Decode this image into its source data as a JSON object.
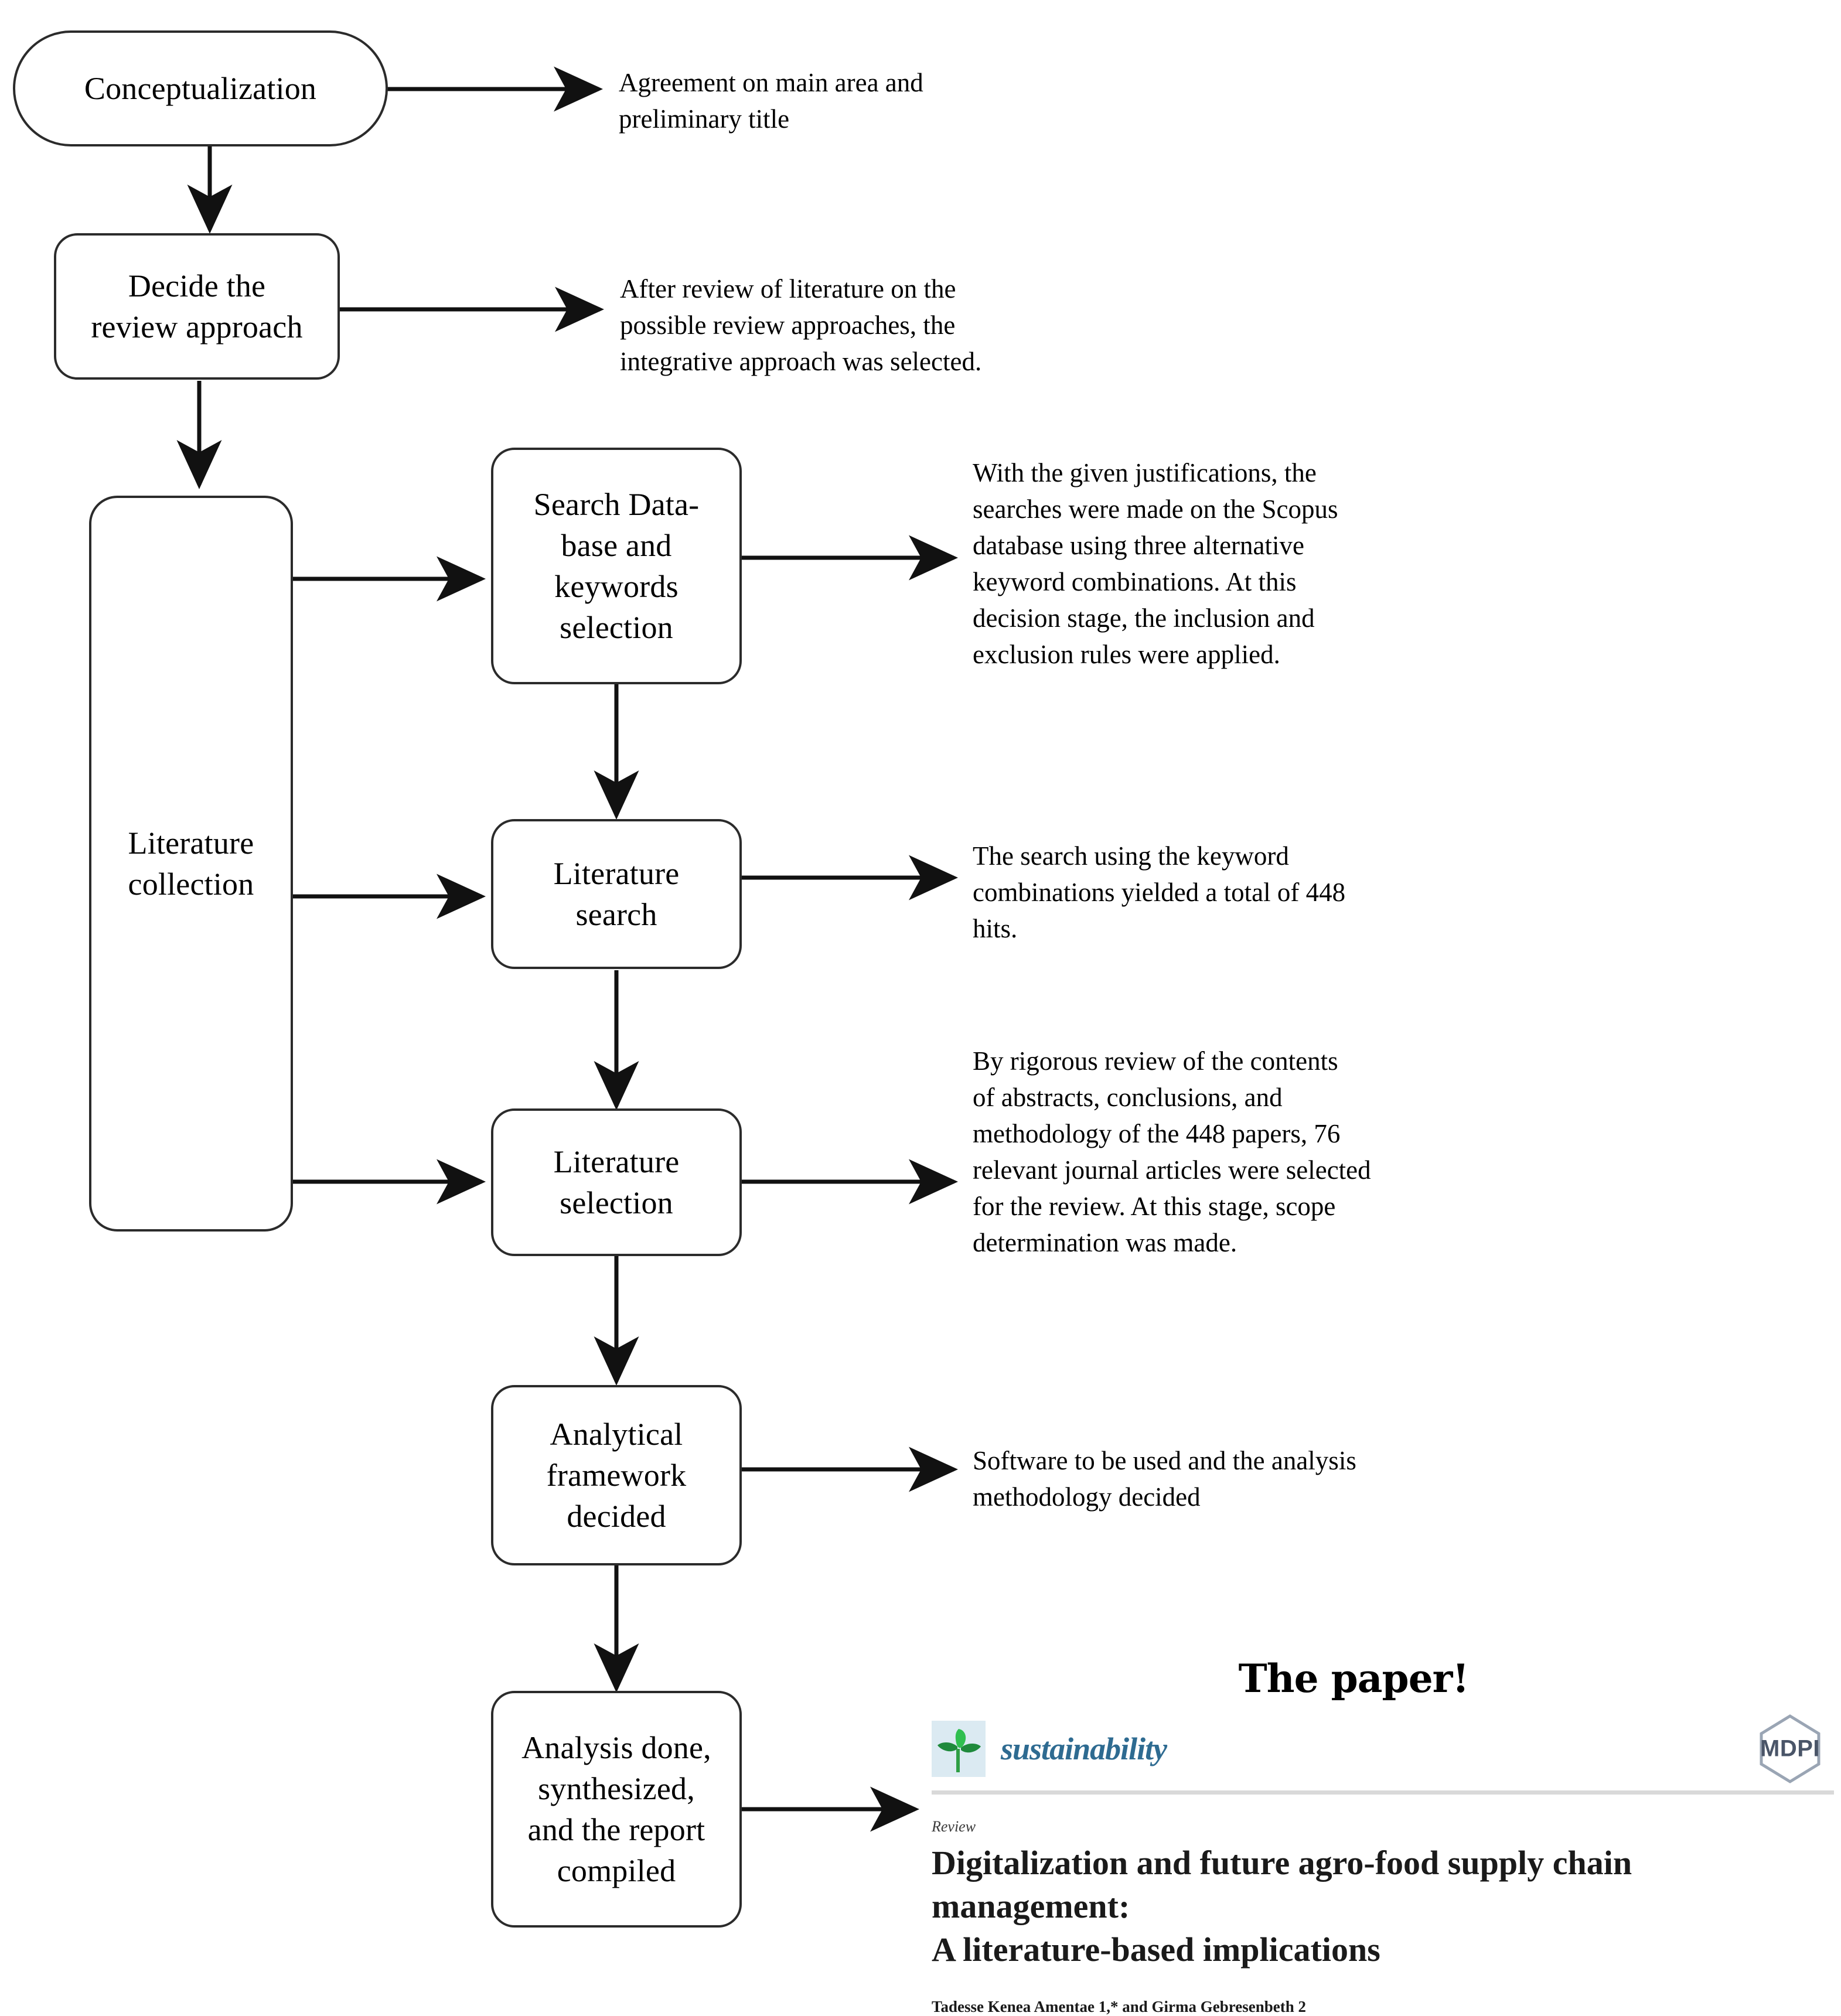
{
  "diagram": {
    "title": "Literature review methodology flowchart",
    "nodes": [
      {
        "id": "conceptualization",
        "label": "Conceptualization",
        "shape": "stadium"
      },
      {
        "id": "decide-review-approach",
        "label": "Decide the\nreview approach",
        "shape": "rounded"
      },
      {
        "id": "literature-collection",
        "label": "Literature\ncollection",
        "shape": "tall"
      },
      {
        "id": "search-database",
        "label": "Search  Data-\nbase and\nkeywords\nselection",
        "shape": "rounded"
      },
      {
        "id": "literature-search",
        "label": "Literature\nsearch",
        "shape": "rounded"
      },
      {
        "id": "literature-selection",
        "label": "Literature\nselection",
        "shape": "rounded"
      },
      {
        "id": "analytical-framework",
        "label": "Analytical\nframework\ndecided",
        "shape": "rounded"
      },
      {
        "id": "analysis-done",
        "label": "Analysis done,\nsynthesized,\nand the report\ncompiled",
        "shape": "rounded"
      }
    ],
    "annotations": [
      {
        "id": "annot-conceptualization",
        "text": "Agreement on main area and\npreliminary title"
      },
      {
        "id": "annot-review-approach",
        "text": " After review of literature on the\npossible review approaches, the\nintegrative approach was selected."
      },
      {
        "id": "annot-search-database",
        "text": "With the given justifications, the\nsearches were made on the Scopus\ndatabase using three alternative\nkeyword combinations. At this\ndecision stage, the inclusion and\nexclusion rules were applied."
      },
      {
        "id": "annot-literature-search",
        "text": "The search using the keyword\ncombinations yielded a total of 448\nhits."
      },
      {
        "id": "annot-literature-selection",
        "text": "By rigorous review of the contents\nof abstracts, conclusions, and\nmethodology of the 448 papers, 76\nrelevant journal articles were selected\nfor the review. At this stage, scope\ndetermination was made."
      },
      {
        "id": "annot-analytical-framework",
        "text": "Software to be used and the analysis\nmethodology decided"
      }
    ]
  },
  "paper": {
    "callout_label": "The paper!",
    "journal_name": "sustainability",
    "publisher_logo_text": "MDPI",
    "article_type": "Review",
    "title": "Digitalization and future agro-food supply chain management:\nA literature-based implications",
    "authors": "Tadesse Kenea Amentae 1,* and Girma Gebresenbeth 2"
  },
  "colors": {
    "node_border": "#2b2b2b",
    "text": "#000000",
    "journal_blue": "#2e6b91",
    "leaf_green": "#2e9e44",
    "leaf_box_bg": "#dbeaf2",
    "mdpi_slate": "#4a5568",
    "rule_gray": "#d9d9d9"
  }
}
